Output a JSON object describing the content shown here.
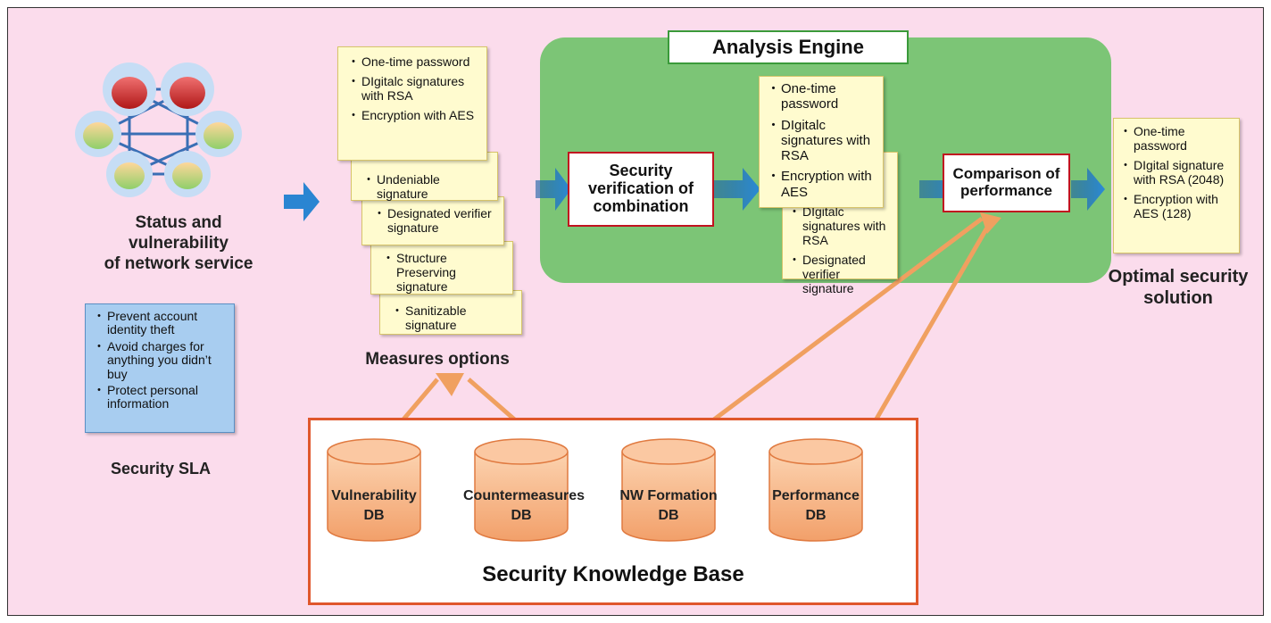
{
  "network": {
    "label_line1": "Status and vulnerability",
    "label_line2": "of network service"
  },
  "sla": {
    "items": [
      "Prevent account identity theft",
      "Avoid charges for anything you didn’t buy",
      "Protect personal information"
    ],
    "label": "Security SLA"
  },
  "measures": {
    "front_items": [
      "One-time password",
      "DIgitalc signatures with RSA",
      "Encryption with AES"
    ],
    "stack_items": [
      "Undeniable signature",
      "Designated verifier signature",
      "Structure Preserving signature",
      "Sanitizable signature"
    ],
    "label": "Measures options"
  },
  "engine": {
    "title": "Analysis Engine",
    "security_box": "Security verification of combination",
    "comparison_box": "Comparison of performance",
    "front_items": [
      "One-time password",
      "DIgitalc signatures with RSA",
      "Encryption with AES"
    ],
    "back_items": [
      "DIgitalc signatures with RSA",
      "Designated verifier signature"
    ]
  },
  "optimal": {
    "items": [
      "One-time password",
      "DIgital signature with RSA (2048)",
      "Encryption with AES (128)"
    ],
    "label_line1": "Optimal security",
    "label_line2": "solution"
  },
  "kb": {
    "title": "Security Knowledge Base",
    "dbs": [
      {
        "line1": "Vulnerability",
        "line2": "DB"
      },
      {
        "line1": "Countermeasures",
        "line2": "DB"
      },
      {
        "line1": "NW Formation",
        "line2": "DB"
      },
      {
        "line1": "Performance",
        "line2": "DB"
      }
    ]
  },
  "colors": {
    "background": "#fbdcec",
    "engine_green": "#7cc576",
    "arrow_blue": "#1f7dc6",
    "arrow_orange": "#f0a060",
    "db_orange": "#f7b98a",
    "red_border": "#c1121f"
  }
}
